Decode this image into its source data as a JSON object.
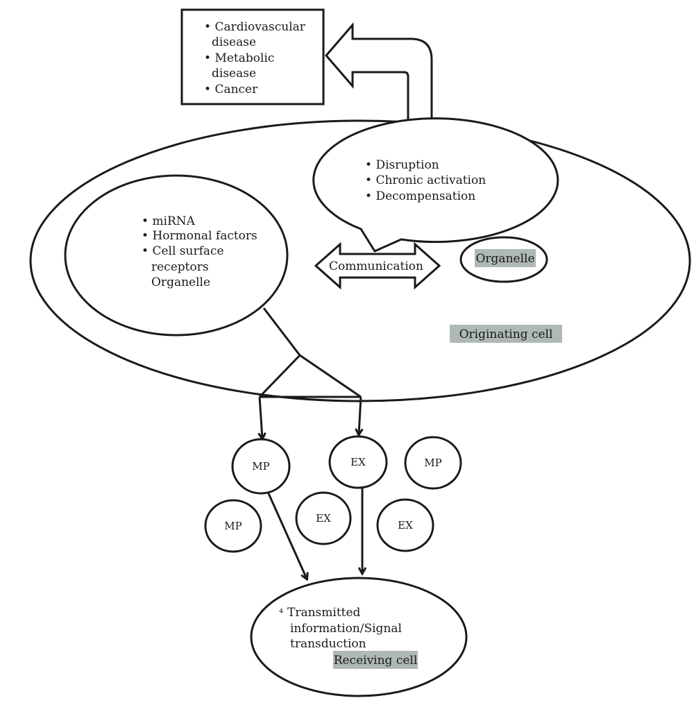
{
  "diseases": {
    "items": [
      "Cardiovascular",
      "disease",
      "Metabolic",
      "disease",
      "Cancer"
    ]
  },
  "disruption": {
    "items": [
      "Disruption",
      "Chronic activation",
      "Decompensation"
    ]
  },
  "nucleus": {
    "items": [
      "miRNA",
      "Hormonal factors",
      "Cell surface",
      "receptors",
      "Organelle"
    ]
  },
  "communication": "Communication",
  "organelle": "Organelle",
  "originating_cell": "Originating cell",
  "particles": {
    "mp": "MP",
    "ex": "EX"
  },
  "receiving": {
    "marker": "⁴",
    "line1": "Transmitted",
    "line2": "information/Signal",
    "line3": "transduction",
    "label": "Receiving cell"
  },
  "colors": {
    "outline": "#1a1a1a",
    "label_background": "#aeb8b7"
  }
}
